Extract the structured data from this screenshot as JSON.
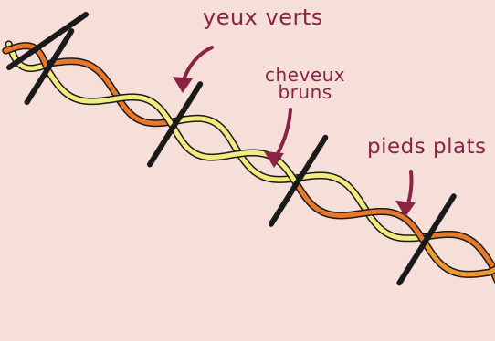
{
  "labels": {
    "eyes": "yeux verts",
    "hair_line1": "cheveux",
    "hair_line2": "bruns",
    "feet": "pieds plats"
  },
  "colors": {
    "background": "#f7dfd9",
    "text_and_arrows": "#8a2344",
    "outline": "#1a1a1a",
    "gene_blocks": [
      "#f2ec7e",
      "#e8772e",
      "#f2ec7e",
      "#f2ec7e",
      "#e8772e",
      "#ef9a2e"
    ]
  }
}
